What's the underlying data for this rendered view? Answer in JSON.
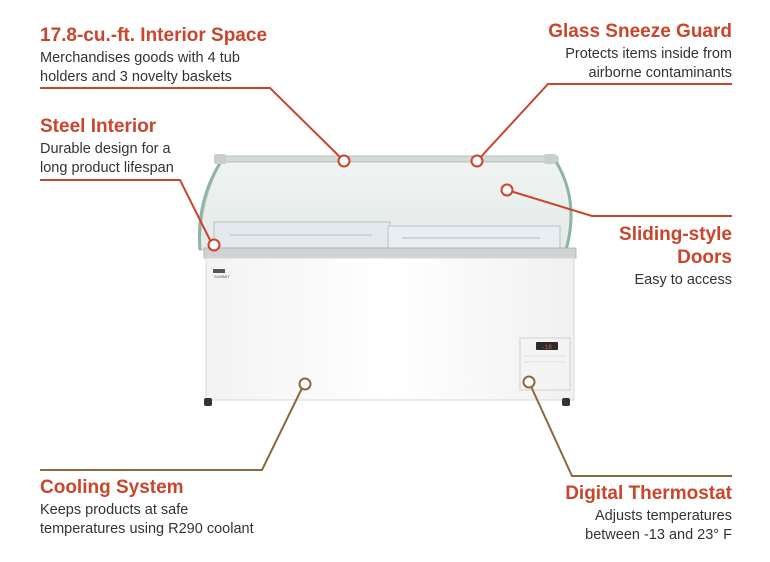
{
  "colors": {
    "accent": "#c9452b",
    "leader_line": "#c9452b",
    "dot_outline": "#c9452b",
    "thermostat_line": "#8a6a3a"
  },
  "callouts": {
    "interior_space": {
      "title": "17.8-cu.-ft. Interior Space",
      "desc_line1": "Merchandises goods with 4 tub",
      "desc_line2": "holders and 3 novelty baskets"
    },
    "sneeze_guard": {
      "title": "Glass Sneeze Guard",
      "desc_line1": "Protects items inside from",
      "desc_line2": "airborne contaminants"
    },
    "steel_interior": {
      "title": "Steel Interior",
      "desc_line1": "Durable design for a",
      "desc_line2": "long product lifespan"
    },
    "sliding_doors": {
      "title_line1": "Sliding-style",
      "title_line2": "Doors",
      "desc_line1": "Easy to access"
    },
    "cooling_system": {
      "title": "Cooling System",
      "desc_line1": "Keeps products at safe",
      "desc_line2": "temperatures using R290 coolant"
    },
    "digital_thermostat": {
      "title": "Digital Thermostat",
      "desc_line1": "Adjusts temperatures",
      "desc_line2": "between -13 and 23° F"
    }
  },
  "product": {
    "logo_text": "SUMMIT",
    "display_reading": "-18"
  }
}
